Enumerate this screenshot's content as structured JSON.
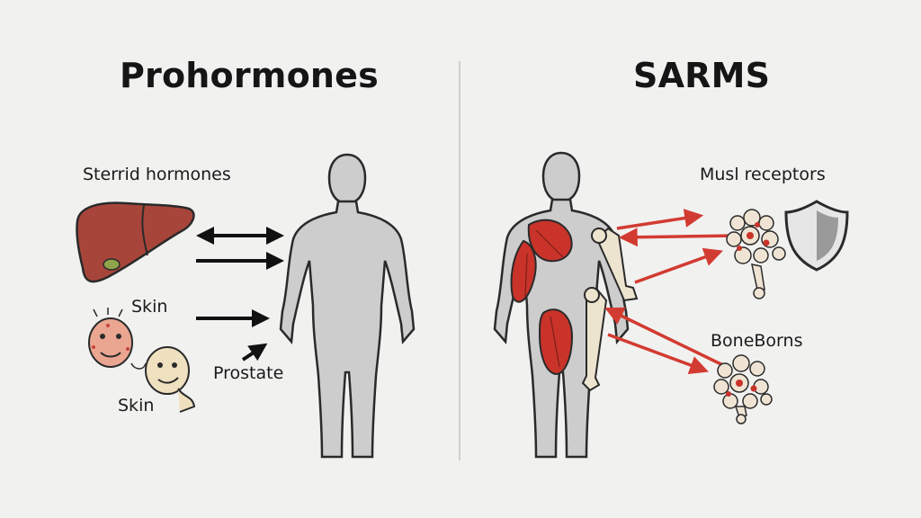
{
  "left_panel": {
    "title": "Prohormones",
    "labels": {
      "steroid": "Sterrid hormones",
      "skin_top": "Skin",
      "skin_bottom": "Skin",
      "prostate": "Prostate"
    }
  },
  "right_panel": {
    "title": "SARMS",
    "labels": {
      "muscle": "Musl receptors",
      "bone": "BoneBorns"
    }
  },
  "colors": {
    "background": "#f1f1f0",
    "body": "#cdcdcd",
    "outline": "#2a2a2a",
    "liver": "#a8453a",
    "muscle": "#c9332a",
    "arrow_red": "#d23b31",
    "shield": "#9a9a9a"
  },
  "icons": [
    "liver-icon",
    "face-icon",
    "human-silhouette-icon",
    "muscle-icon",
    "bone-icon",
    "receptor-cell-icon",
    "shield-icon"
  ]
}
